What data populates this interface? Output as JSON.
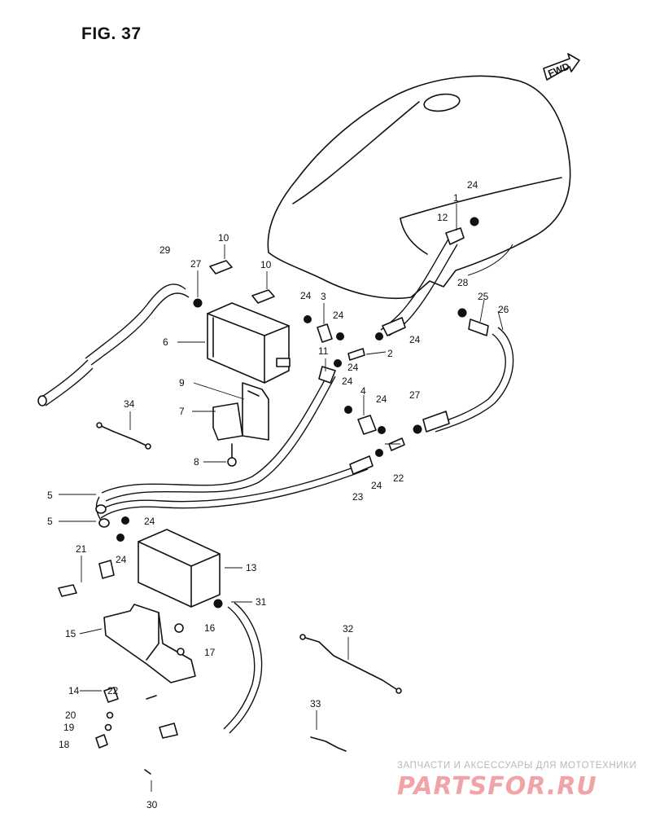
{
  "figure": {
    "title": "FIG. 37",
    "direction_badge": "FWD"
  },
  "callouts": [
    {
      "id": "c1",
      "text": "1"
    },
    {
      "id": "c2",
      "text": "2"
    },
    {
      "id": "c3",
      "text": "3"
    },
    {
      "id": "c4",
      "text": "4"
    },
    {
      "id": "c5a",
      "text": "5"
    },
    {
      "id": "c5b",
      "text": "5"
    },
    {
      "id": "c6",
      "text": "6"
    },
    {
      "id": "c7",
      "text": "7"
    },
    {
      "id": "c8",
      "text": "8"
    },
    {
      "id": "c9",
      "text": "9"
    },
    {
      "id": "c10a",
      "text": "10"
    },
    {
      "id": "c10b",
      "text": "10"
    },
    {
      "id": "c11",
      "text": "11"
    },
    {
      "id": "c12",
      "text": "12"
    },
    {
      "id": "c13",
      "text": "13"
    },
    {
      "id": "c14",
      "text": "14"
    },
    {
      "id": "c15",
      "text": "15"
    },
    {
      "id": "c16",
      "text": "16"
    },
    {
      "id": "c17",
      "text": "17"
    },
    {
      "id": "c18",
      "text": "18"
    },
    {
      "id": "c19",
      "text": "19"
    },
    {
      "id": "c20",
      "text": "20"
    },
    {
      "id": "c21",
      "text": "21"
    },
    {
      "id": "c22a",
      "text": "22"
    },
    {
      "id": "c22b",
      "text": "22"
    },
    {
      "id": "c23",
      "text": "23"
    },
    {
      "id": "c24a",
      "text": "24"
    },
    {
      "id": "c24b",
      "text": "24"
    },
    {
      "id": "c24c",
      "text": "24"
    },
    {
      "id": "c24d",
      "text": "24"
    },
    {
      "id": "c24e",
      "text": "24"
    },
    {
      "id": "c24f",
      "text": "24"
    },
    {
      "id": "c24g",
      "text": "24"
    },
    {
      "id": "c24h",
      "text": "24"
    },
    {
      "id": "c24i",
      "text": "24"
    },
    {
      "id": "c24j",
      "text": "24"
    },
    {
      "id": "c24k",
      "text": "24"
    },
    {
      "id": "c25",
      "text": "25"
    },
    {
      "id": "c26",
      "text": "26"
    },
    {
      "id": "c27a",
      "text": "27"
    },
    {
      "id": "c27b",
      "text": "27"
    },
    {
      "id": "c28",
      "text": "28"
    },
    {
      "id": "c29",
      "text": "29"
    },
    {
      "id": "c30",
      "text": "30"
    },
    {
      "id": "c31",
      "text": "31"
    },
    {
      "id": "c32",
      "text": "32"
    },
    {
      "id": "c33",
      "text": "33"
    },
    {
      "id": "c34",
      "text": "34"
    }
  ],
  "watermark": {
    "tagline": "ЗАПЧАСТИ И АКСЕССУАРЫ ДЛЯ МОТОТЕХНИКИ",
    "logo": "PARTSFOR.RU"
  }
}
